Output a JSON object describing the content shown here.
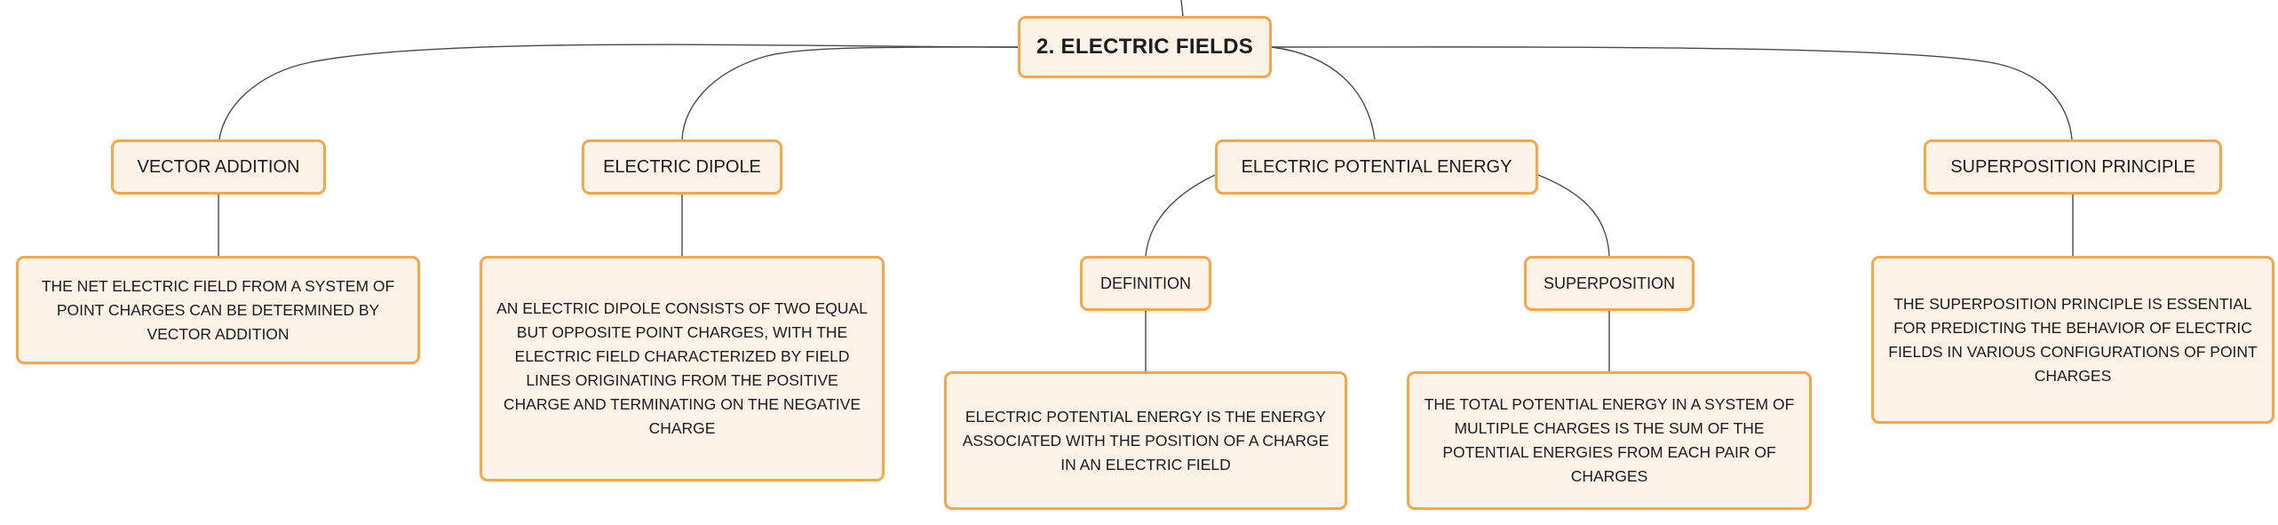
{
  "root": {
    "title": "2. ELECTRIC FIELDS"
  },
  "topics": {
    "vector_addition": {
      "label": "VECTOR ADDITION",
      "description": "THE NET ELECTRIC FIELD FROM A SYSTEM OF POINT CHARGES CAN BE DETERMINED BY VECTOR ADDITION"
    },
    "electric_dipole": {
      "label": "ELECTRIC DIPOLE",
      "description": "AN ELECTRIC DIPOLE CONSISTS OF TWO EQUAL BUT OPPOSITE POINT CHARGES, WITH THE ELECTRIC FIELD CHARACTERIZED BY FIELD LINES ORIGINATING FROM THE POSITIVE CHARGE AND TERMINATING ON THE NEGATIVE CHARGE"
    },
    "electric_potential_energy": {
      "label": "ELECTRIC POTENTIAL ENERGY",
      "definition": {
        "label": "DEFINITION",
        "description": "ELECTRIC POTENTIAL ENERGY IS THE ENERGY ASSOCIATED WITH THE POSITION OF A CHARGE IN AN ELECTRIC FIELD"
      },
      "superposition": {
        "label": "SUPERPOSITION",
        "description": "THE TOTAL POTENTIAL ENERGY IN A SYSTEM OF MULTIPLE CHARGES IS THE SUM OF THE POTENTIAL ENERGIES FROM EACH PAIR OF CHARGES"
      }
    },
    "superposition_principle": {
      "label": "SUPERPOSITION PRINCIPLE",
      "description": "THE SUPERPOSITION PRINCIPLE IS ESSENTIAL FOR PREDICTING THE BEHAVIOR OF ELECTRIC FIELDS IN VARIOUS CONFIGURATIONS OF POINT CHARGES"
    }
  },
  "colors": {
    "node_border": "#f3a84a",
    "node_fill": "#fdf3e9",
    "connector": "#4a4a4a",
    "text": "#1c1c1c"
  }
}
